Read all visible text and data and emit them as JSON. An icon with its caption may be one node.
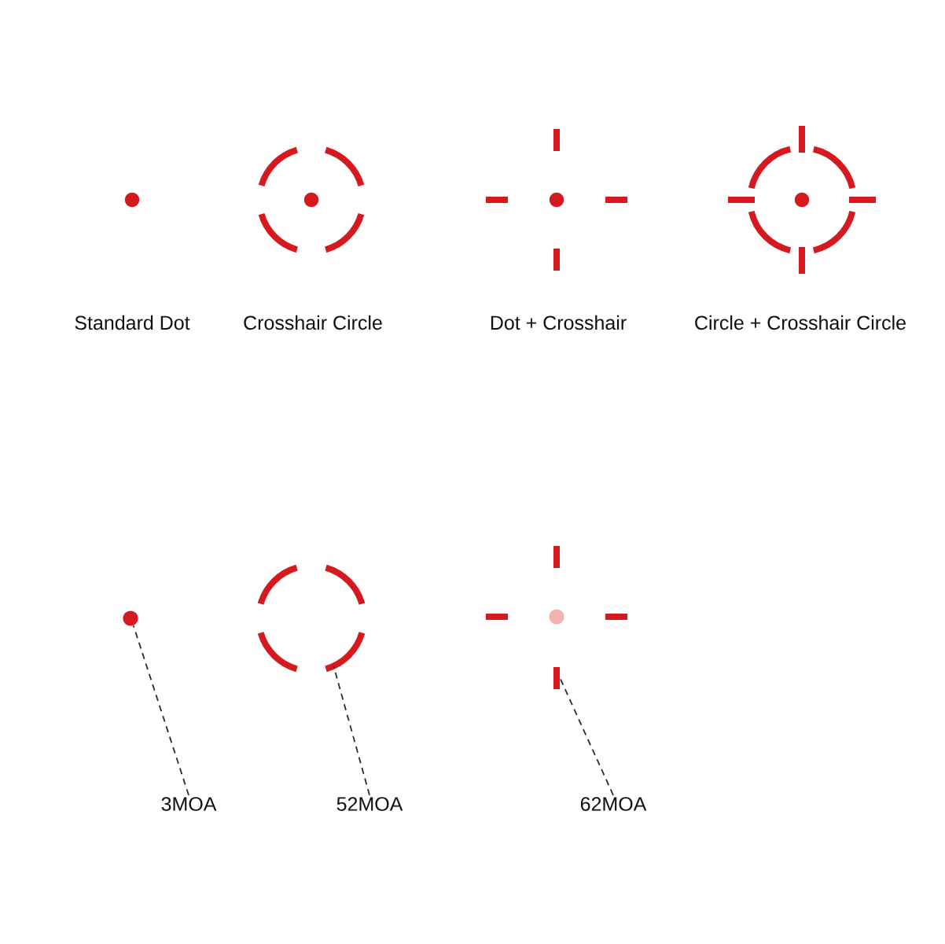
{
  "diagram": {
    "nodes": [
      {
        "text": [],
        "shape": "circle"
      },
      {
        "text": [],
        "shape": "picture"
      },
      {
        "text": [],
        "shape": "bar"
      },
      {
        "text": [
          "3MOA"
        ]
      },
      {
        "text": [
          "52MOA"
        ]
      },
      {
        "text": [
          "62MOA"
        ]
      }
    ],
    "edges": [
      {
        "from": 3,
        "to": 0,
        "arrow": "none",
        "style": "dashed"
      },
      {
        "from": 4,
        "to": 1,
        "arrow": "none",
        "style": "dashed"
      },
      {
        "from": 5,
        "to": 2,
        "arrow": "none",
        "style": "dashed"
      }
    ],
    "labels": [
      "Standard Dot",
      "Crosshair Circle",
      "Dot + Crosshair",
      "Circle + Crosshair Circle"
    ]
  }
}
